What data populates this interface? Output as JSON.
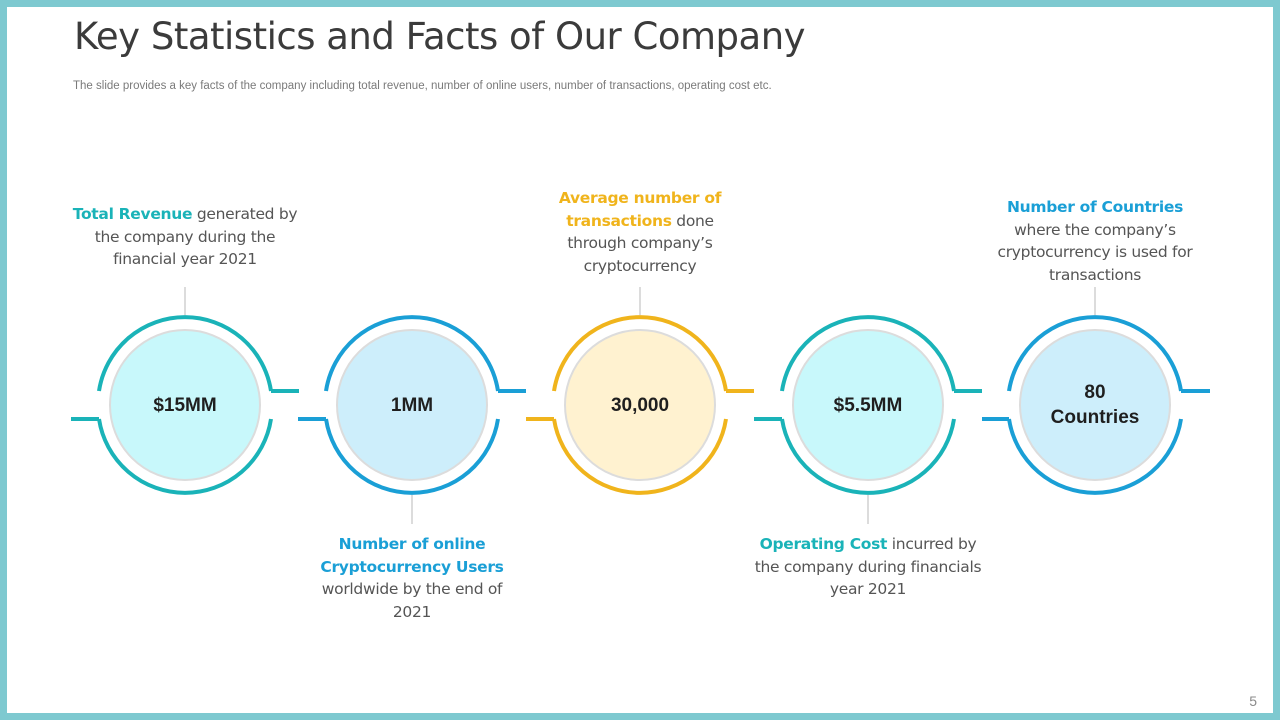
{
  "slide": {
    "title": "Key Statistics and Facts of Our Company",
    "subtitle": "The slide provides a key facts of the company including total revenue, number of online users, number of transactions, operating cost etc.",
    "page_number": "5"
  },
  "stats": [
    {
      "value": "$15MM",
      "highlight": "Total Revenue",
      "text_after": " generated by the company during the financial year 2021",
      "color": "#1ab3b8"
    },
    {
      "value": "1MM",
      "highlight": "Number of online Cryptocurrency Users",
      "text_after": " worldwide by the end of 2021",
      "color": "#1a9fd6"
    },
    {
      "value": "30,000",
      "highlight": "Average number of transactions",
      "text_after": " done through company’s cryptocurrency",
      "color": "#f0b41c"
    },
    {
      "value": "$5.5MM",
      "highlight": "Operating Cost",
      "text_after": " incurred by the company during financials year 2021",
      "color": "#1ab3b8"
    },
    {
      "value_line1": "80",
      "value_line2": "Countries",
      "highlight": "Number of Countries",
      "text_after": " where the company’s cryptocurrency is used for transactions",
      "color": "#1a9fd6"
    }
  ],
  "colors": {
    "teal": "#1ab3b8",
    "blue": "#1a9fd6",
    "yellow": "#f0b41c",
    "fill_teal": "#c8f8fb",
    "fill_blue": "#cdeefb",
    "fill_yellow": "#fff2d0"
  }
}
